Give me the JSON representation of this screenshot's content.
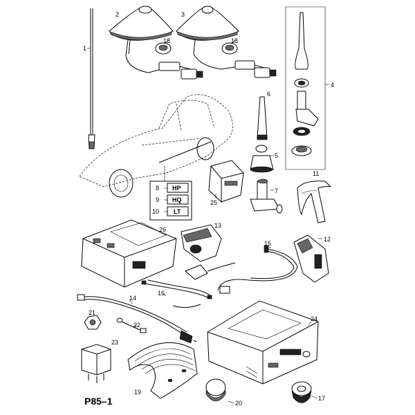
{
  "diagram": {
    "code": "P85–1",
    "callouts": [
      "1",
      "2",
      "3",
      "18",
      "18",
      "4",
      "6",
      "5",
      "7",
      "11",
      "8",
      "9",
      "10",
      "25",
      "26",
      "13",
      "15",
      "12",
      "16",
      "14",
      "21",
      "22",
      "23",
      "19",
      "24",
      "20",
      "17"
    ],
    "variants": [
      {
        "num": "8",
        "code": "HP"
      },
      {
        "num": "9",
        "code": "HQ"
      },
      {
        "num": "10",
        "code": "LT"
      }
    ]
  }
}
